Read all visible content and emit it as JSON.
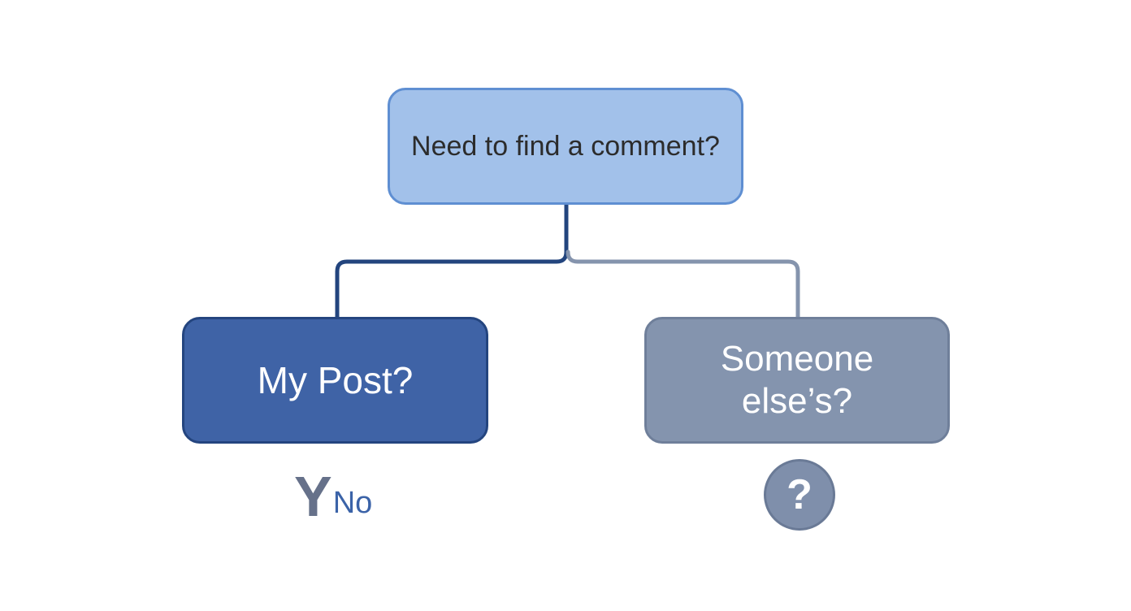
{
  "diagram": {
    "root": {
      "label": "Need to find a comment?"
    },
    "left": {
      "label": "My Post?"
    },
    "right": {
      "label": "Someone else’s?"
    },
    "left_marker": {
      "y_text": "Y",
      "no_text": "No"
    },
    "right_marker": {
      "symbol": "?"
    }
  },
  "colors": {
    "root_fill": "#a2c1ea",
    "left_fill": "#3f63a6",
    "right_fill": "#8494ae",
    "left_connector": "#23457e",
    "right_connector": "#8594ad"
  }
}
